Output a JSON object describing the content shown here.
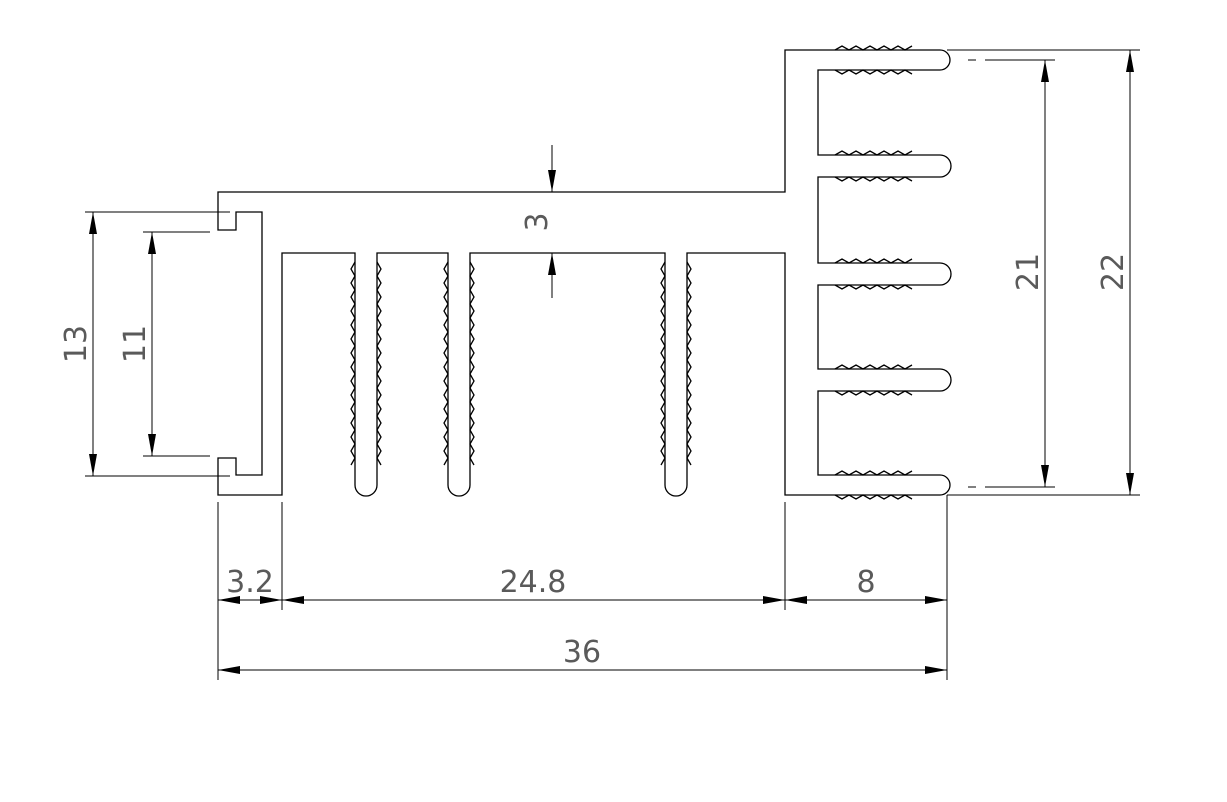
{
  "drawing": {
    "background_color": "#ffffff",
    "line_color": "#000000",
    "text_color": "#5a5a5a"
  },
  "dimensions": {
    "overall_width": "36",
    "left_wall": "3.2",
    "center_span": "24.8",
    "right_block": "8",
    "rib_thickness": "3",
    "inner_height_left": "11",
    "outer_height_left": "13",
    "inner_height_right": "21",
    "outer_height_right": "22"
  }
}
